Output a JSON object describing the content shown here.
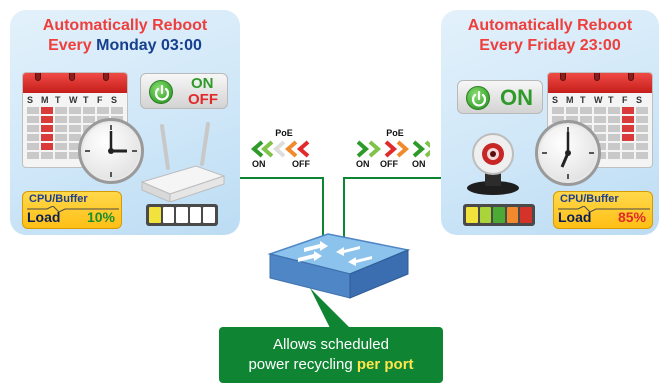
{
  "left_panel": {
    "title_line1": "Automatically Reboot",
    "title_line2_prefix": "Every ",
    "title_day": "Monday",
    "title_time": " 03:00",
    "power_on": "ON",
    "power_off": "OFF",
    "cpu_label": "CPU/Buffer",
    "load_label": "Load",
    "load_value": "10%",
    "load_segments_filled": 1,
    "load_segments_total": 5
  },
  "right_panel": {
    "title_line1": "Automatically Reboot",
    "title_line2_prefix": "Every ",
    "title_day": "Friday",
    "title_time": " 23:00",
    "power_on": "ON",
    "cpu_label": "CPU/Buffer",
    "load_label": "Load",
    "load_value": "85%",
    "load_segments_filled": 5,
    "load_segments_total": 5
  },
  "calendar": {
    "day_headers": [
      "S",
      "M",
      "T",
      "W",
      "T",
      "F",
      "S"
    ]
  },
  "poe_left": {
    "label": "PoE",
    "on": "ON",
    "off": "OFF"
  },
  "poe_right": {
    "label": "PoE",
    "on1": "ON",
    "off": "OFF",
    "on2": "ON"
  },
  "callout": {
    "line1": "Allows scheduled",
    "line2_prefix": "power recycling ",
    "line2_highlight": "per port"
  },
  "colors": {
    "title_red": "#ee3f3c",
    "title_blue": "#163f8e",
    "line_green": "#0f8534",
    "switch_blue": "#4f86c6",
    "load_low": "#1a8f2e",
    "load_high": "#e12a2a"
  }
}
